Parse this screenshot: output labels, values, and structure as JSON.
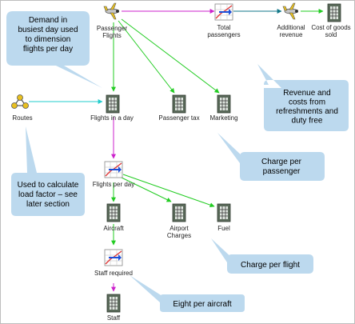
{
  "nodes": {
    "passenger_flights": "Passenger\nFlights",
    "total_passengers": "Total\npassengers",
    "additional_revenue": "Additional\nrevenue",
    "cost_of_goods_sold": "Cost of goods\nsold",
    "routes": "Routes",
    "flights_in_a_day": "Flights in a day",
    "passenger_tax": "Passenger tax",
    "marketing": "Marketing",
    "flights_per_day": "Flights per day",
    "aircraft": "Aircraft",
    "airport_charges": "Airport\nCharges",
    "fuel": "Fuel",
    "staff_required": "Staff required",
    "staff": "Staff"
  },
  "callouts": {
    "demand": "Demand in\nbusiest day used\nto dimension\nflights per day",
    "revenue": "Revenue and\ncosts from\nrefreshments and\nduty free",
    "load_factor": "Used to calculate\nload factor – see\nlater section",
    "charge_passenger": "Charge per\npassenger",
    "charge_flight": "Charge per flight",
    "eight_per_aircraft": "Eight per aircraft"
  },
  "colors": {
    "callout_fill": "#bcd9ee",
    "arrow_green": "#22cc22",
    "arrow_magenta": "#cc22cc",
    "arrow_teal": "#117788",
    "arrow_cyan": "#22cccc"
  }
}
